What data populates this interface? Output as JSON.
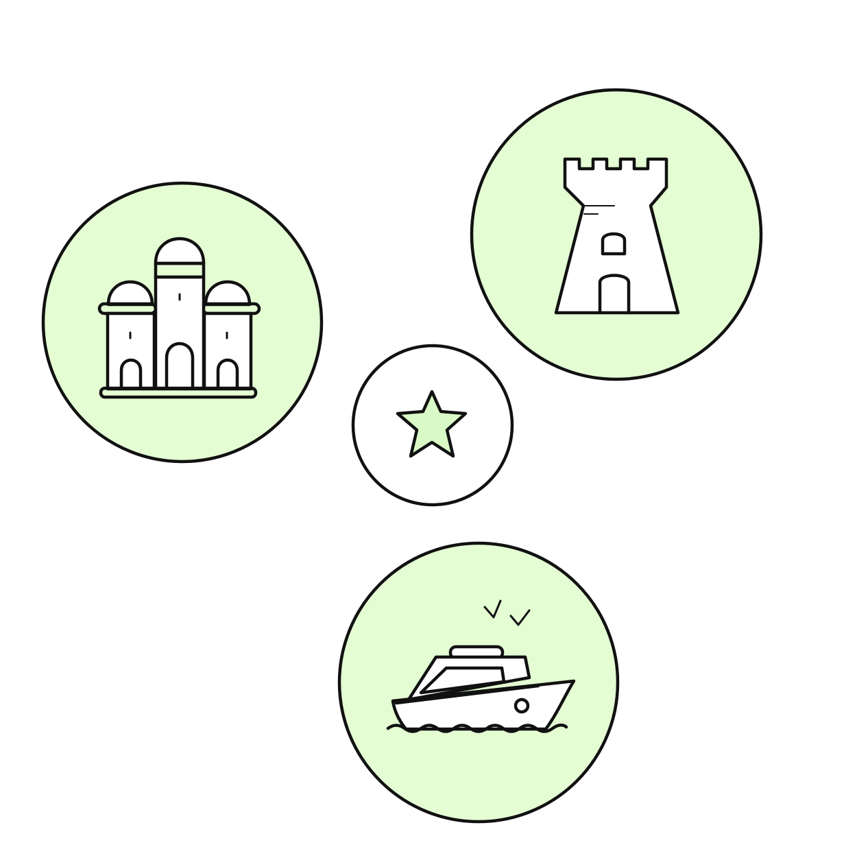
{
  "palette": {
    "badge_fill": "#e4fdd3",
    "ink": "#111111",
    "center_fill": "#ffffff",
    "star_fill": "#d9f9c6",
    "page_background": "#ffffff"
  },
  "badges": [
    {
      "name": "palace-badge",
      "icon": "palace-icon"
    },
    {
      "name": "tower-badge",
      "icon": "tower-icon"
    },
    {
      "name": "center-badge",
      "icon": "star-icon"
    },
    {
      "name": "boat-badge",
      "icon": "boat-icon"
    }
  ]
}
